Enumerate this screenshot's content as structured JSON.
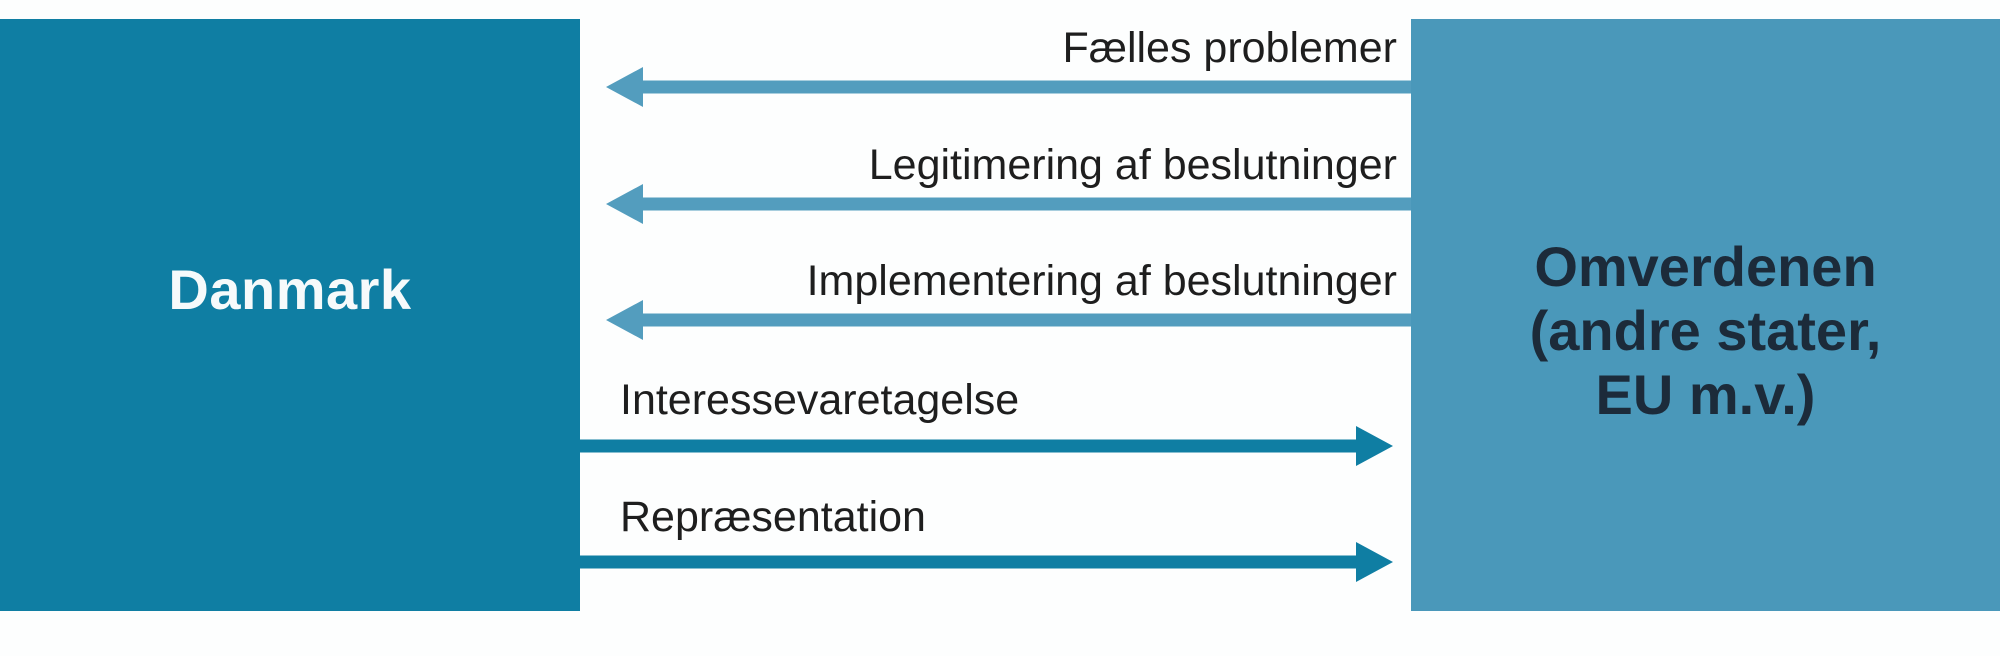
{
  "boxes": {
    "left": {
      "label": "Danmark",
      "fill": "#0F7EA3",
      "text_color": "#F6FAFB"
    },
    "right": {
      "lines": [
        "Omverdenen",
        "(andre stater,",
        "EU m.v.)"
      ],
      "fill": "#4A98BA",
      "text_color": "#1C2B3A"
    }
  },
  "arrows": [
    {
      "label": "Fælles problemer",
      "direction": "right-to-left",
      "color": "#539DBE"
    },
    {
      "label": "Legitimering af beslutninger",
      "direction": "right-to-left",
      "color": "#539DBE"
    },
    {
      "label": "Implementering af beslutninger",
      "direction": "right-to-left",
      "color": "#539DBE"
    },
    {
      "label": "Interessevaretagelse",
      "direction": "left-to-right",
      "color": "#0F7EA3"
    },
    {
      "label": "Repræsentation",
      "direction": "left-to-right",
      "color": "#0F7EA3"
    }
  ],
  "colors": {
    "background": "#FDFEFE",
    "label_text": "#1E1E1E",
    "arrow_to_danmark": "#539DBE",
    "arrow_from_danmark": "#0F7EA3"
  }
}
